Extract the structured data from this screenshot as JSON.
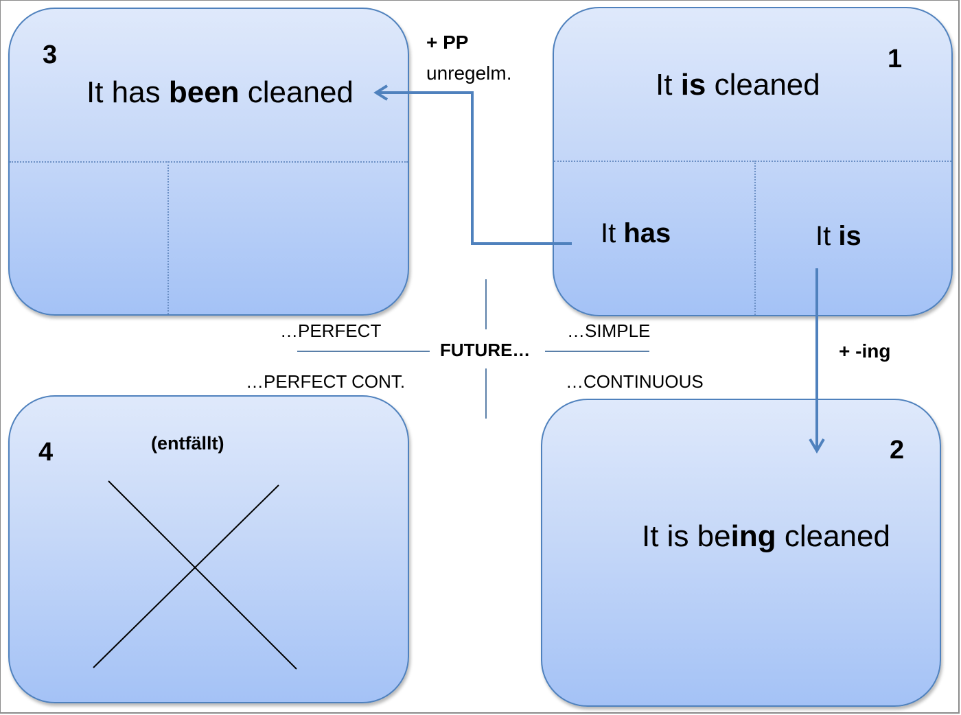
{
  "colors": {
    "box_border": "#4f81bd",
    "box_gradient_top": "#dfe9fb",
    "box_gradient_bottom": "#a4c2f6",
    "connector": "#4f81bd",
    "axis_line": "#5a7fa8",
    "cross_line": "#000000"
  },
  "boxes": {
    "box3": {
      "number": "3",
      "sentence": {
        "pre": "It has ",
        "bold": "been",
        "post": " cleaned"
      }
    },
    "box1": {
      "number": "1",
      "sentence": {
        "pre": "It ",
        "bold": "is",
        "post": " cleaned"
      },
      "cell_left": {
        "pre": "It ",
        "bold": "has"
      },
      "cell_right": {
        "pre": "It ",
        "bold": "is"
      }
    },
    "box4": {
      "number": "4",
      "note": "(entfällt)",
      "cross_icon": "x-cross"
    },
    "box2": {
      "number": "2",
      "sentence": {
        "pre": "It is be",
        "bold": "ing",
        "post": " cleaned"
      }
    }
  },
  "annotations": {
    "pp_label": "+ PP",
    "pp_sub": "unregelm.",
    "ing_label": "+ -ing"
  },
  "center": {
    "title": "FUTURE…",
    "top_left": "…PERFECT",
    "top_right": "…SIMPLE",
    "bottom_left": "…PERFECT CONT.",
    "bottom_right": "…CONTINUOUS"
  }
}
